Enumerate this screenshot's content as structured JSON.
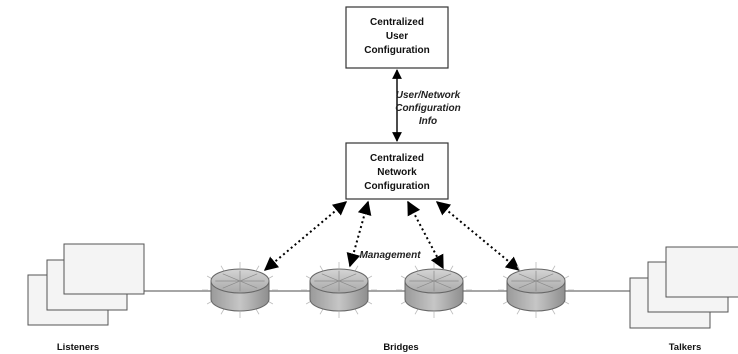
{
  "boxes": {
    "cuc": {
      "lines": [
        "Centralized",
        "User",
        "Configuration"
      ]
    },
    "cnc": {
      "lines": [
        "Centralized",
        "Network",
        "Configuration"
      ]
    }
  },
  "labels": {
    "info": [
      "User/Network",
      "Configuration",
      "Info"
    ],
    "management": "Management",
    "listeners": "Listeners",
    "bridges": "Bridges",
    "talkers": "Talkers"
  }
}
